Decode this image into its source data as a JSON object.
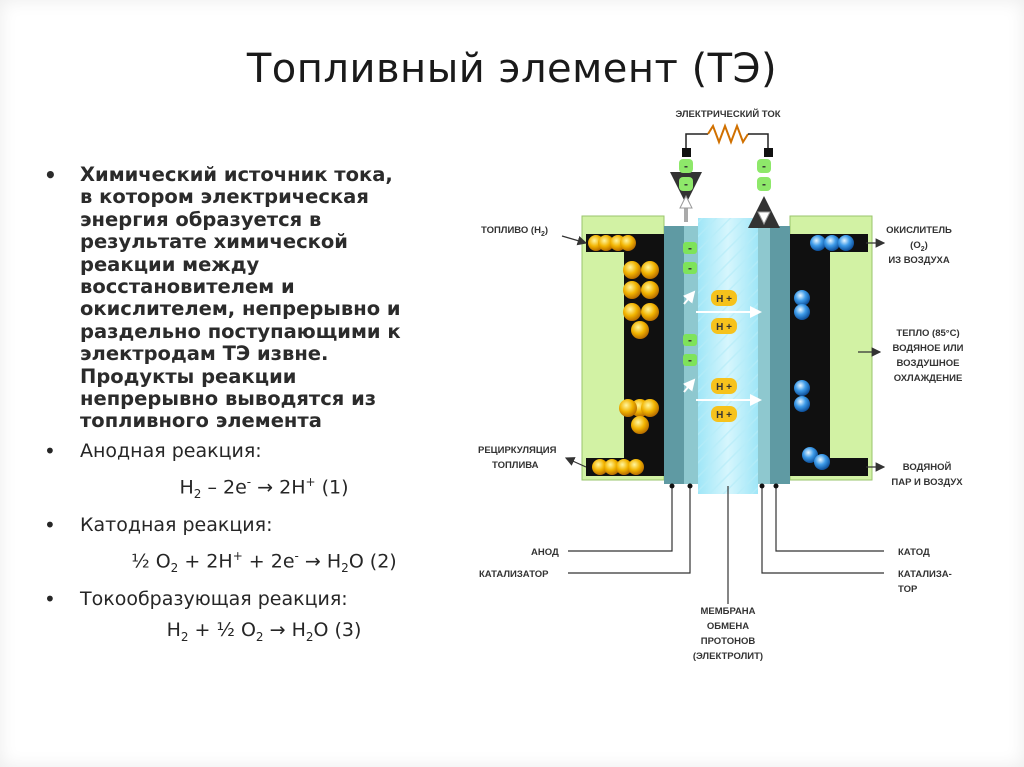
{
  "title": "Топливный элемент (ТЭ)",
  "bullets": {
    "b1": [
      "Химический источник тока,",
      "в котором электрическая",
      "энергия образуется в",
      "результате химической",
      "реакции между",
      "восстановителем и",
      "окислителем, непрерывно и",
      "раздельно поступающими к",
      "электродам ТЭ извне.",
      "Продукты реакции",
      "непрерывно выводятся из",
      "топливного элемента"
    ],
    "b2": "Анодная реакция:",
    "eq1": {
      "h": "H",
      "s2": "2",
      "mid": " – 2e",
      "minus": "-",
      "arrow": " → ",
      "rhs": "2H",
      "plus": "+",
      "tail": " (1)"
    },
    "b3": "Катодная реакция:",
    "eq2": {
      "a": "½ O",
      "s2": "2",
      "b": " + 2H",
      "plus": "+",
      "c": " + 2e",
      "minus": "-",
      "arrow": " → ",
      "d": "H",
      "s2b": "2",
      "e": "O (2)"
    },
    "b4": "Токообразующая реакция:",
    "eq3": {
      "a": "H",
      "s2": "2",
      "b": " + ½ O",
      "s2b": "2",
      "arrow": " → ",
      "c": "H",
      "s2c": "2",
      "d": "O (3)"
    }
  },
  "diagram": {
    "current": "ЭЛЕКТРИЧЕСКИЙ ТОК",
    "fuel": "ТОПЛИВО (H",
    "fuel_sub": "2",
    "fuel_end": ")",
    "oxidizer1": "ОКИСЛИТЕЛЬ",
    "oxidizer2": "(O",
    "oxidizer2_sub": "2",
    "oxidizer2_end": ")",
    "oxidizer3": "ИЗ ВОЗДУХА",
    "heat1": "ТЕПЛО (85°C)",
    "heat2": "ВОДЯНОЕ ИЛИ",
    "heat3": "ВОЗДУШНОЕ",
    "heat4": "ОХЛАЖДЕНИЕ",
    "recirc1": "РЕЦИРКУЛЯЦИЯ",
    "recirc2": "ТОПЛИВА",
    "vapor1": "ВОДЯНОЙ",
    "vapor2": "ПАР И ВОЗДУХ",
    "anode": "АНОД",
    "catalyst_l": "КАТАЛИЗАТОР",
    "cathode": "КАТОД",
    "catalyst_r1": "КАТАЛИЗА-",
    "catalyst_r2": "ТОР",
    "membrane1": "МЕМБРАНА",
    "membrane2": "ОБМЕНА",
    "membrane3": "ПРОТОНОВ",
    "membrane4": "(ЭЛЕКТРОЛИТ)",
    "proton": "H +",
    "electron": "-"
  }
}
